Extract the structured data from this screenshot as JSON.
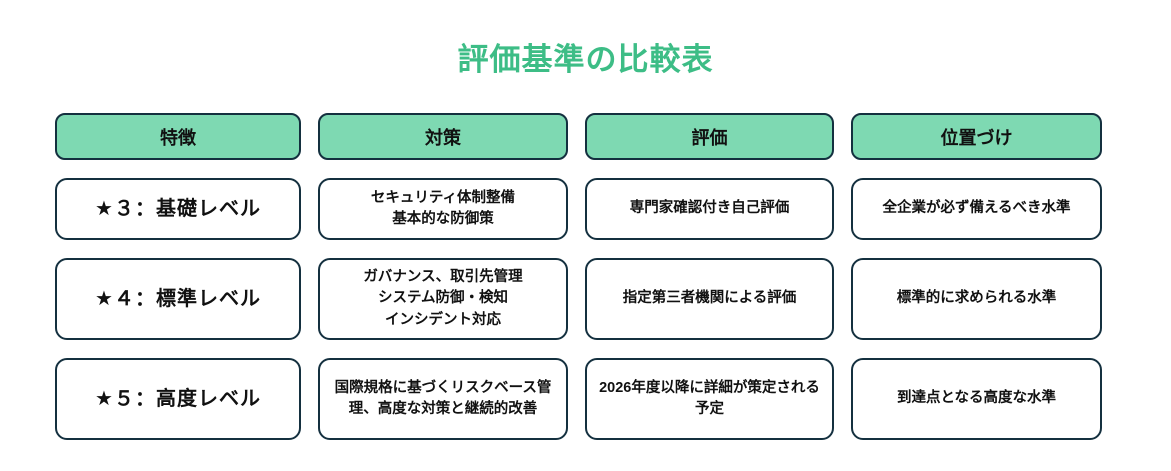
{
  "title": "評価基準の比較表",
  "colors": {
    "title": "#3dbd86",
    "header_fill": "#7ed9b2",
    "border": "#14303f",
    "cell_fill": "#ffffff",
    "text": "#111111"
  },
  "table": {
    "headers": [
      {
        "label": "特徴"
      },
      {
        "label": "対策"
      },
      {
        "label": "評価"
      },
      {
        "label": "位置づけ"
      }
    ],
    "rows": [
      {
        "level": "★３：基礎レベル",
        "measures": "セキュリティ体制整備\n基本的な防御策",
        "evaluation": "専門家確認付き自己評価",
        "positioning": "全企業が必ず備えるべき水準"
      },
      {
        "level": "★４：標準レベル",
        "measures": "ガバナンス、取引先管理\nシステム防御・検知\nインシデント対応",
        "evaluation": "指定第三者機関による評価",
        "positioning": "標準的に求められる水準"
      },
      {
        "level": "★５：高度レベル",
        "measures": "国際規格に基づくリスクベース管理、高度な対策と継続的改善",
        "evaluation": "2026年度以降に詳細が策定される予定",
        "positioning": "到達点となる高度な水準"
      }
    ]
  }
}
